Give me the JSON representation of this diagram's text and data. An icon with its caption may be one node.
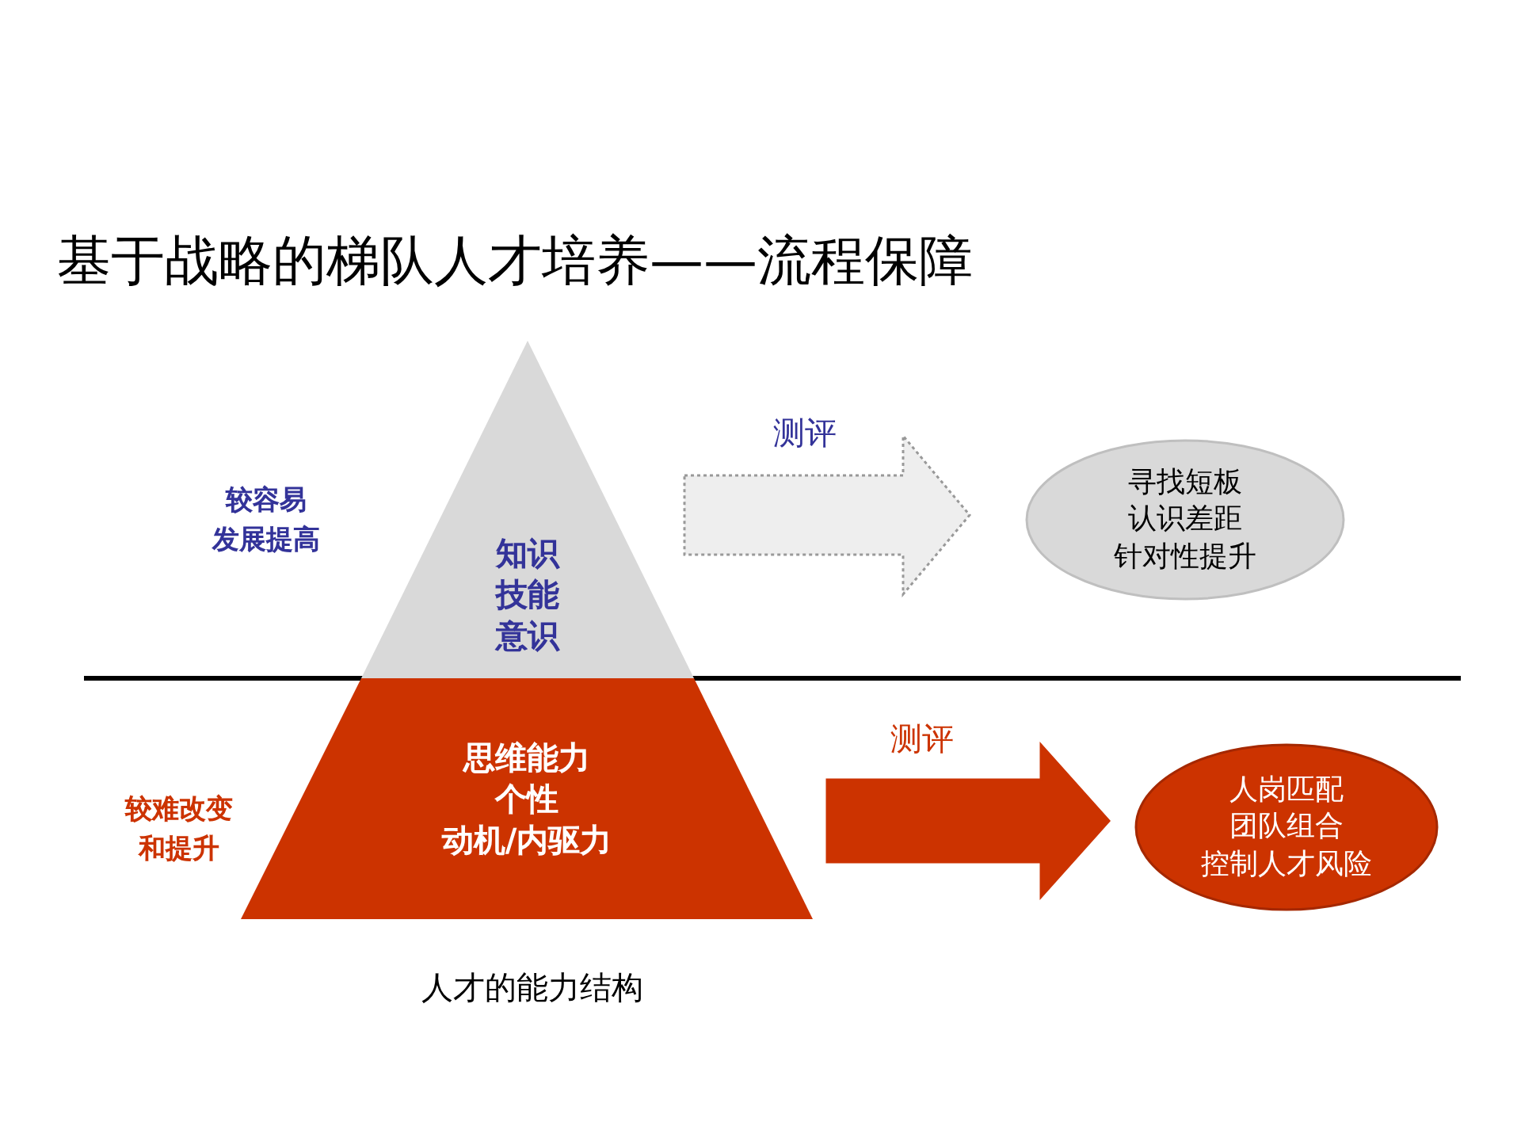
{
  "diagram": {
    "title": "基于战略的梯队人才培养——流程保障",
    "nodes": [
      {
        "text": [
          "知识",
          "技能",
          "意识"
        ]
      },
      {
        "text": [
          "思维能力",
          "个性",
          "动机/内驱力"
        ]
      },
      {
        "text": [
          "寻找短板",
          "认识差距",
          "针对性提升"
        ]
      },
      {
        "text": [
          "人岗匹配",
          "团队组合",
          "控制人才风险"
        ]
      }
    ],
    "edges": [
      {
        "from": 0,
        "to": 2,
        "arrow": "to",
        "label": "测评",
        "style": "dashed",
        "color": "#eeeeee"
      },
      {
        "from": 1,
        "to": 3,
        "arrow": "to",
        "label": "测评",
        "color": "#cc3300"
      }
    ],
    "labels": [
      "较容易",
      "发展提高",
      "较难改变",
      "和提升",
      "人才的能力结构"
    ]
  }
}
